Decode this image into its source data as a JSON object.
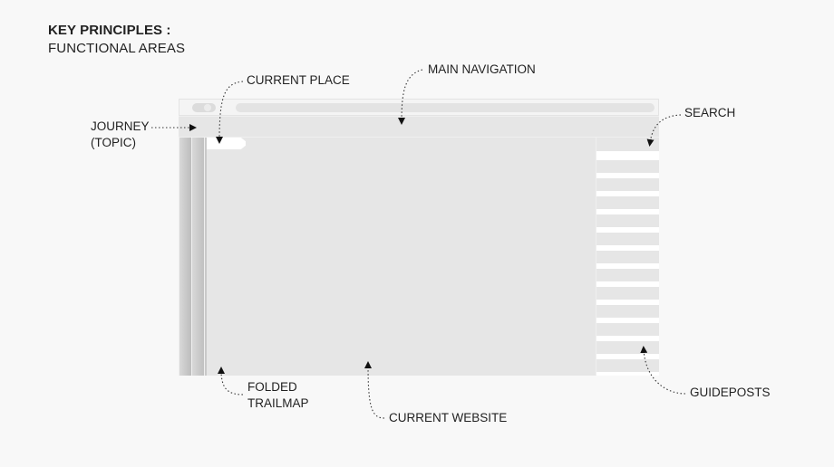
{
  "title": {
    "line1": "KEY PRINCIPLES :",
    "line2": "FUNCTIONAL AREAS"
  },
  "labels": {
    "current_place": "CURRENT PLACE",
    "main_navigation": "MAIN NAVIGATION",
    "search": "SEARCH",
    "journey_line1": "JOURNEY",
    "journey_line2": "(TOPIC)",
    "folded_line1": "FOLDED",
    "folded_line2": "TRAILMAP",
    "current_website": "CURRENT WEBSITE",
    "guideposts": "GUIDEPOSTS"
  },
  "colors": {
    "text": "#222222",
    "panel": "#e6e6e6",
    "background": "#f8f8f8"
  }
}
